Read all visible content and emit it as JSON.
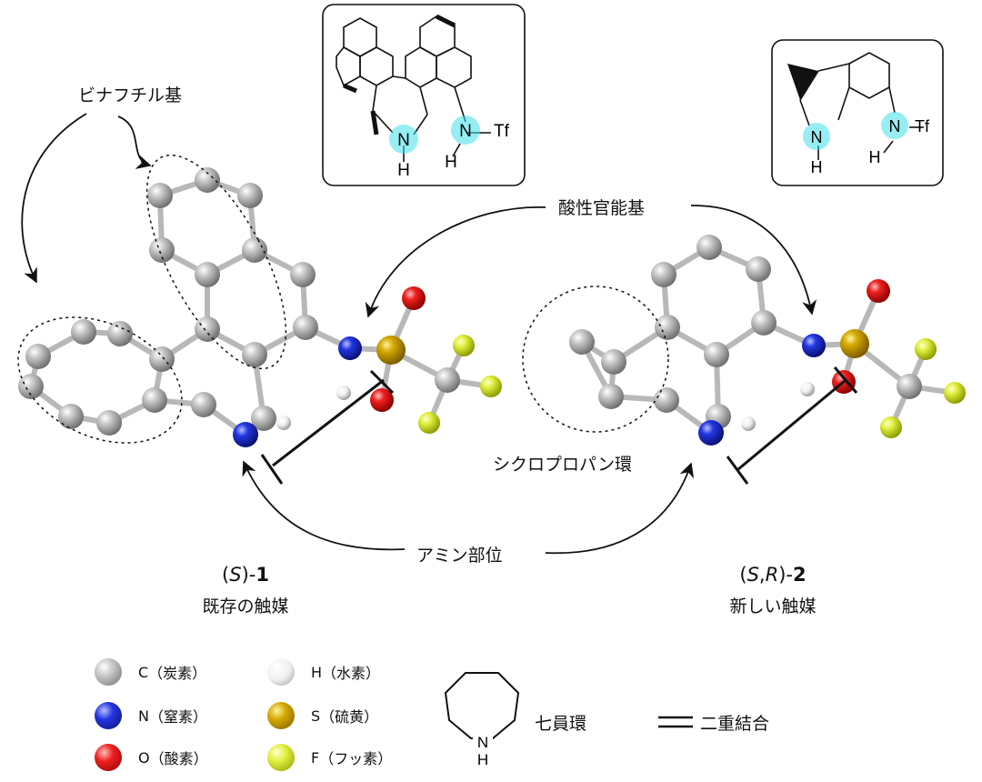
{
  "labels": {
    "binaphthyl": "ビナフチル基",
    "acidic_group": "酸性官能基",
    "cyclopropane": "シクロプロパン環",
    "amine": "アミン部位"
  },
  "compound1": {
    "prefix": "(",
    "stereo": "S",
    "suffix": ")-",
    "number": "1",
    "caption": "既存の触媒"
  },
  "compound2": {
    "prefix": "(",
    "stereo": "S",
    "comma": ",",
    "stereo2": "R",
    "suffix": ")-",
    "number": "2",
    "caption": "新しい触媒"
  },
  "structure_labels": {
    "n": "N",
    "h": "H",
    "tf": "Tf"
  },
  "legend": {
    "items": [
      {
        "symbol": "C",
        "label": "（炭素）",
        "color": "#9a9a9a"
      },
      {
        "symbol": "H",
        "label": "（水素）",
        "color": "#f4f4f4"
      },
      {
        "symbol": "N",
        "label": "（窒素）",
        "color": "#1f2fd6"
      },
      {
        "symbol": "S",
        "label": "（硫黄）",
        "color": "#c9a000"
      },
      {
        "symbol": "O",
        "label": "（酸素）",
        "color": "#e01a1a"
      },
      {
        "symbol": "F",
        "label": "（フッ素）",
        "color": "#d8e82a"
      }
    ],
    "ring_label": "七員環",
    "ring_atom_n": "N",
    "ring_atom_h": "H",
    "double_bond_label": "二重結合"
  },
  "colors": {
    "highlight": "#3fe0e8",
    "carbon": "#9a9a9a",
    "nitrogen": "#1f2fd6",
    "oxygen": "#e01a1a",
    "sulfur": "#c9a000",
    "fluorine": "#d8e82a",
    "hydrogen": "#f4f4f4"
  }
}
